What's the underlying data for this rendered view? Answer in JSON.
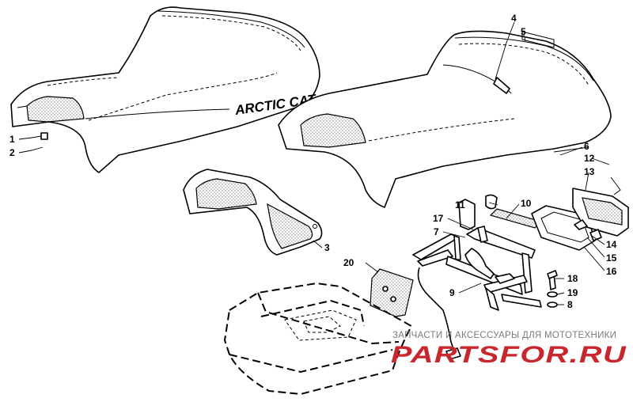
{
  "diagram": {
    "brand_text": "ARCTIC CAT",
    "callouts": [
      "1",
      "2",
      "3",
      "4",
      "5",
      "6",
      "7",
      "8",
      "9",
      "10",
      "11",
      "12",
      "13",
      "14",
      "15",
      "16",
      "17",
      "18",
      "19",
      "20"
    ]
  },
  "watermark": {
    "caption": "ЗАПЧАСТИ И АКСЕССУАРЫ ДЛЯ МОТОТЕХНИКИ",
    "logo": "PARTSFOR.RU",
    "color": "#c8282d"
  }
}
